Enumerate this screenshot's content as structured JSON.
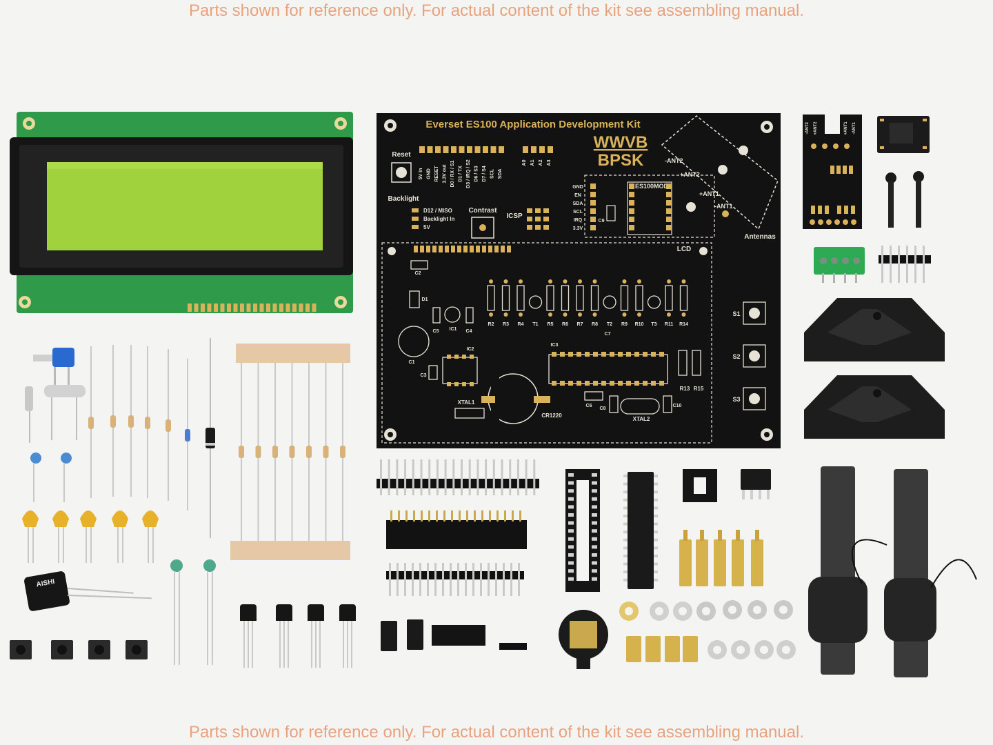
{
  "disclaimer_top": "Parts shown for reference only. For actual content of the kit see assembling manual.",
  "disclaimer_bottom": "Parts shown for reference only. For actual content of the kit see assembling manual.",
  "pcb": {
    "title": "Everset ES100 Application Development Kit",
    "logo_line1": "WWVB",
    "logo_line2": "BPSK",
    "reset_label": "Reset",
    "backlight_label": "Backlight",
    "contrast_label": "Contrast",
    "icsp_label": "ICSP",
    "lcd_label": "LCD",
    "module_label": "ES100MOD",
    "antennas_label": "Antennas",
    "ant_labels": [
      "-ANT2",
      "+ANT2",
      "+ANT1",
      "-ANT1"
    ],
    "switch_labels": [
      "S1",
      "S2",
      "S3"
    ],
    "header_pins": [
      "5V in",
      "GND",
      "RESET",
      "3.3V out",
      "D0 / RX / S1",
      "D1 / TX",
      "D3 / IRQ / S2",
      "D6 / S3",
      "D7 / S4",
      "SCL",
      "SDA"
    ],
    "analog_pins": [
      "A0",
      "A1",
      "A2",
      "A3"
    ],
    "es_pins": [
      "GND",
      "EN",
      "SDA",
      "SCL",
      "IRQ",
      "3.3V"
    ],
    "jumper_labels": [
      "D12 / MISO",
      "Backlight In",
      "5V"
    ],
    "parts": {
      "resistors_top": [
        "R2",
        "R3",
        "R4",
        "T1",
        "R5",
        "R6",
        "R7",
        "R8",
        "T2",
        "R9",
        "R10",
        "T3",
        "R11",
        "R14"
      ],
      "caps": [
        "C2",
        "D1",
        "C5",
        "IC1",
        "C4",
        "C1",
        "IC2",
        "C3",
        "IC3",
        "C7",
        "C6",
        "C8",
        "C9",
        "C10"
      ],
      "xtal1": "XTAL1",
      "xtal2": "XTAL2",
      "battery": "CR1220",
      "r13": "R13",
      "r15": "R15"
    }
  },
  "module_board_labels": [
    "-ANT2",
    "+ANT2",
    "+ANT1",
    "-ANT1"
  ],
  "capacitor_label": "AISHI",
  "colors": {
    "pcb": "#121212",
    "silk": "#e6e2d6",
    "gold": "#d9b25a",
    "lcd_screen": "#9fd23c",
    "lcd_pcb": "#2f9a4a",
    "disclaimer": "#e8a27e"
  }
}
